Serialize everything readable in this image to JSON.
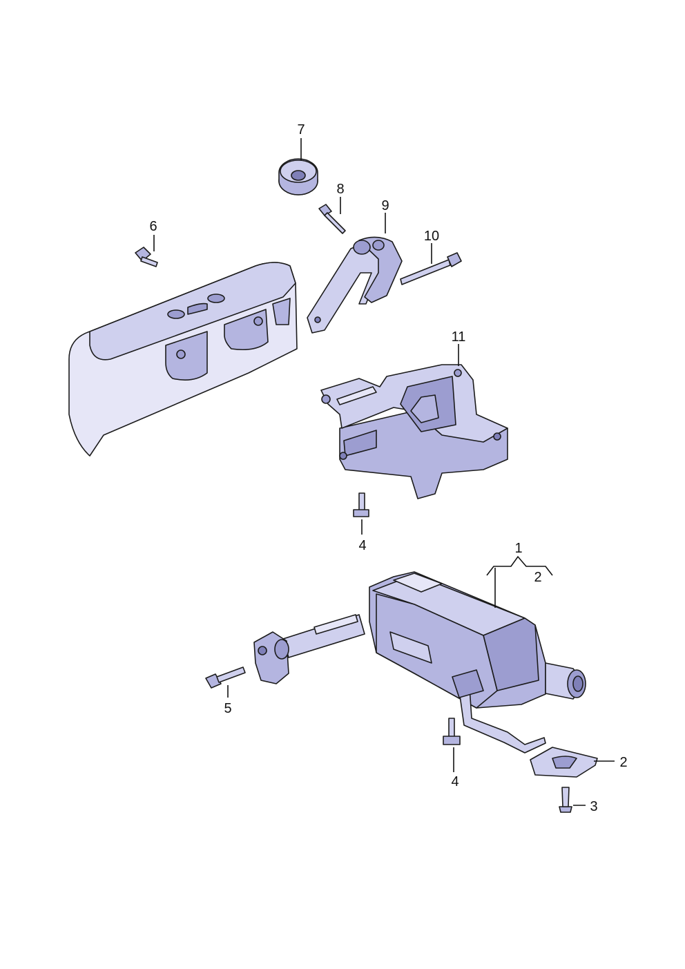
{
  "diagram": {
    "labels": {
      "p1": "1",
      "p2a": "2",
      "p2b": "2",
      "p3": "3",
      "p4a": "4",
      "p4b": "4",
      "p5": "5",
      "p6": "6",
      "p7": "7",
      "p8": "8",
      "p9": "9",
      "p10": "10",
      "p11": "11"
    },
    "colors": {
      "part_light": "#cfd0ee",
      "part_mid": "#b4b5e0",
      "part_dark": "#9c9dd0",
      "part_highlight": "#e6e6f7",
      "outline": "#1b1b1b"
    }
  }
}
